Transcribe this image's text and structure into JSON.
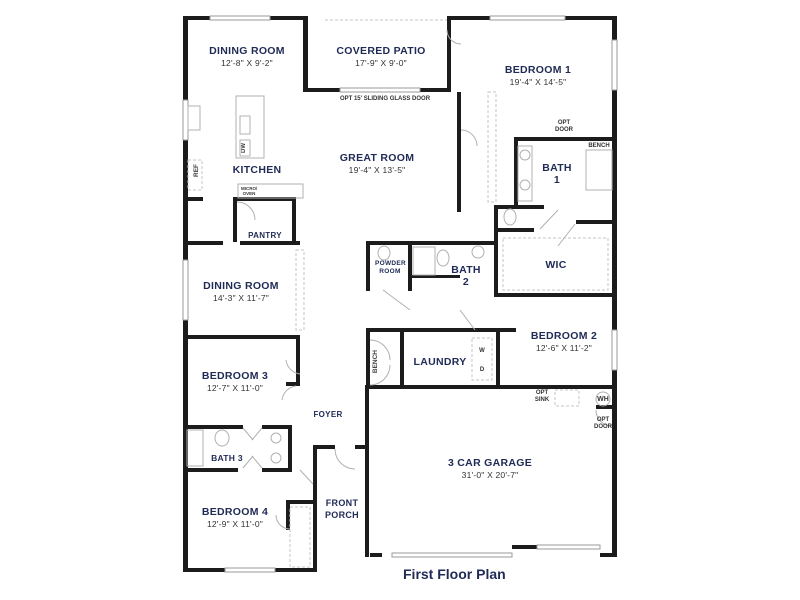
{
  "title": "First Floor Plan",
  "colors": {
    "label": "#1f2a55",
    "wall": "#1c1c1c",
    "fixture": "#b0b0b0"
  },
  "rooms": [
    {
      "id": "dining-room-1",
      "name": "DINING ROOM",
      "dims": "12'-8\" X 9'-2\""
    },
    {
      "id": "covered-patio",
      "name": "COVERED PATIO",
      "dims": "17'-9\" X 9'-0\""
    },
    {
      "id": "bedroom-1",
      "name": "BEDROOM 1",
      "dims": "19'-4\" X 14'-5\""
    },
    {
      "id": "kitchen",
      "name": "KITCHEN",
      "dims": ""
    },
    {
      "id": "great-room",
      "name": "GREAT ROOM",
      "dims": "19'-4\" X 13'-5\""
    },
    {
      "id": "bath-1",
      "name": "BATH 1",
      "dims": ""
    },
    {
      "id": "pantry",
      "name": "PANTRY",
      "dims": ""
    },
    {
      "id": "wic",
      "name": "WIC",
      "dims": ""
    },
    {
      "id": "powder-room",
      "name": "POWDER ROOM",
      "dims": ""
    },
    {
      "id": "bath-2",
      "name": "BATH 2",
      "dims": ""
    },
    {
      "id": "dining-room-2",
      "name": "DINING ROOM",
      "dims": "14'-3\" X 11'-7\""
    },
    {
      "id": "laundry",
      "name": "LAUNDRY",
      "dims": ""
    },
    {
      "id": "bedroom-2",
      "name": "BEDROOM 2",
      "dims": "12'-6\" X 11'-2\""
    },
    {
      "id": "bedroom-3",
      "name": "BEDROOM 3",
      "dims": "12'-7\" X 11'-0\""
    },
    {
      "id": "foyer",
      "name": "FOYER",
      "dims": ""
    },
    {
      "id": "bath-3",
      "name": "BATH 3",
      "dims": ""
    },
    {
      "id": "garage",
      "name": "3 CAR GARAGE",
      "dims": "31'-0\" X 20'-7\""
    },
    {
      "id": "bedroom-4",
      "name": "BEDROOM 4",
      "dims": "12'-9\" X 11'-0\""
    },
    {
      "id": "front-porch",
      "name": "FRONT PORCH",
      "dims": ""
    }
  ],
  "notes": {
    "sliding_door": "OPT 15' SLIDING GLASS DOOR",
    "opt_door_bedroom1": "OPT DOOR",
    "bench_bath1": "BENCH",
    "bench_mudroom": "BENCH",
    "opt_sink": "OPT SINK",
    "water_heater": "WH",
    "opt_door_garage": "OPT DOOR",
    "ref": "REF",
    "dw": "DW",
    "micro_oven": "MICRO/ OVEN",
    "washer": "W",
    "dryer": "D"
  }
}
